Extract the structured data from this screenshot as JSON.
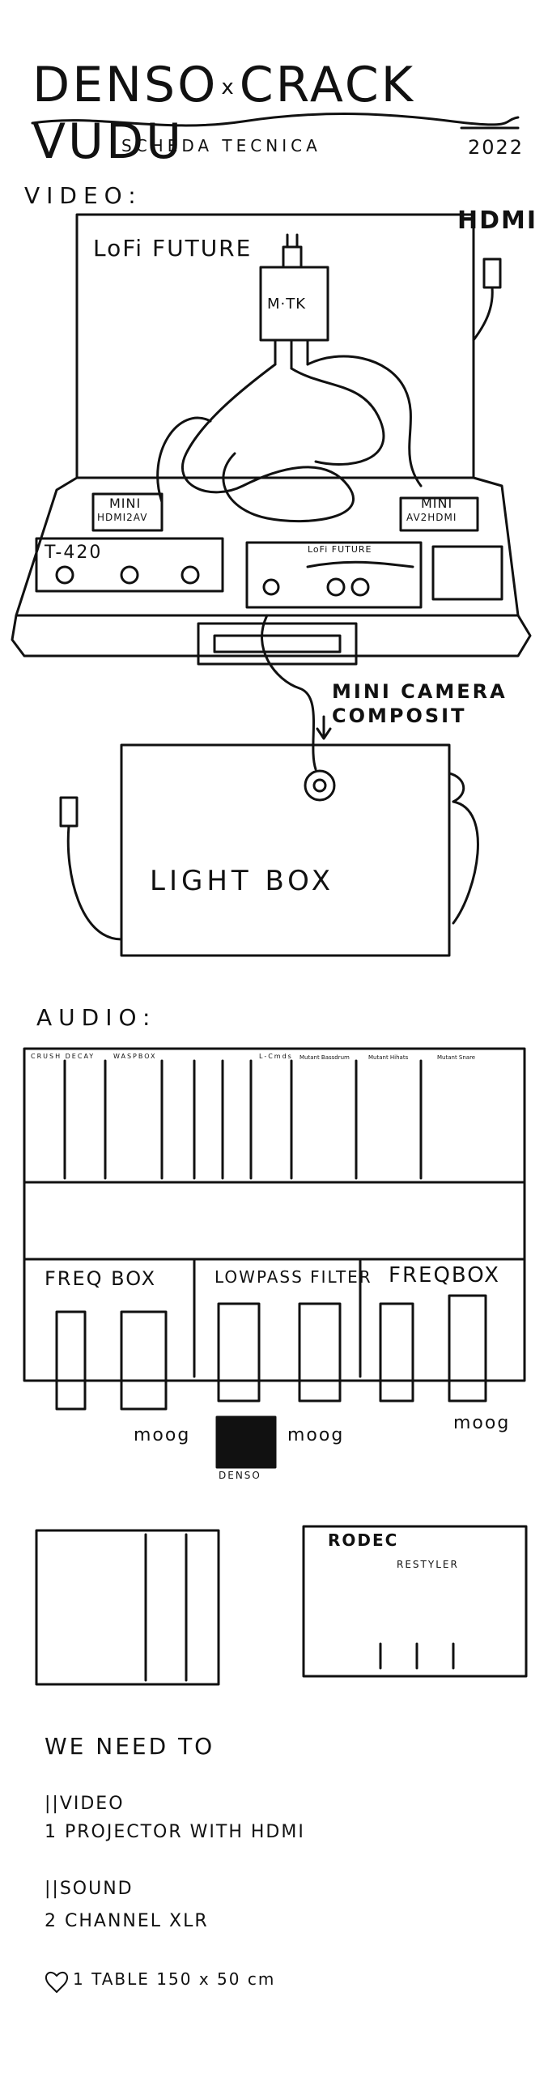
{
  "header": {
    "title_left": "DENSO",
    "title_x": "x",
    "title_right": "CRACK VUDU",
    "subtitle": "SCHEDA TECNICA",
    "year": "2022"
  },
  "video": {
    "section_label": "VIDEO:",
    "case_label": "LoFi FUTURE",
    "hdmi_label": "HDMI",
    "device_mtk": "M·TK",
    "device_mini_left_1": "MINI",
    "device_mini_left_2": "HDMI2AV",
    "device_mini_right_1": "MINI",
    "device_mini_right_2": "AV2HDMI",
    "device_t420": "T-420",
    "device_lofi": "LoFi FUTURE",
    "camera_label_1": "MINI CAMERA",
    "camera_label_2": "COMPOSIT",
    "lightbox_label": "LIGHT BOX"
  },
  "audio": {
    "section_label": "AUDIO:",
    "rack_modules": [
      "CRUSH DECAY",
      "WASPBOX",
      "L-Cmds",
      "Mutant Bassdrum",
      "Mutant Hihats",
      "Mutant Snare"
    ],
    "freqbox_left": "FREQ BOX",
    "lowpass": "LOWPASS FILTER",
    "freqbox_right": "FREQBOX",
    "moog": "moog",
    "denso_label": "DENSO",
    "rodec_label": "RODEC",
    "restyler_label": "RESTYLER"
  },
  "needs": {
    "heading": "WE NEED TO",
    "video_heading": "||VIDEO",
    "video_item": "1 PROJECTOR WITH HDMI",
    "sound_heading": "||SOUND",
    "sound_item": "2 CHANNEL XLR",
    "table_item": "1 TABLE 150 x 50 cm"
  }
}
